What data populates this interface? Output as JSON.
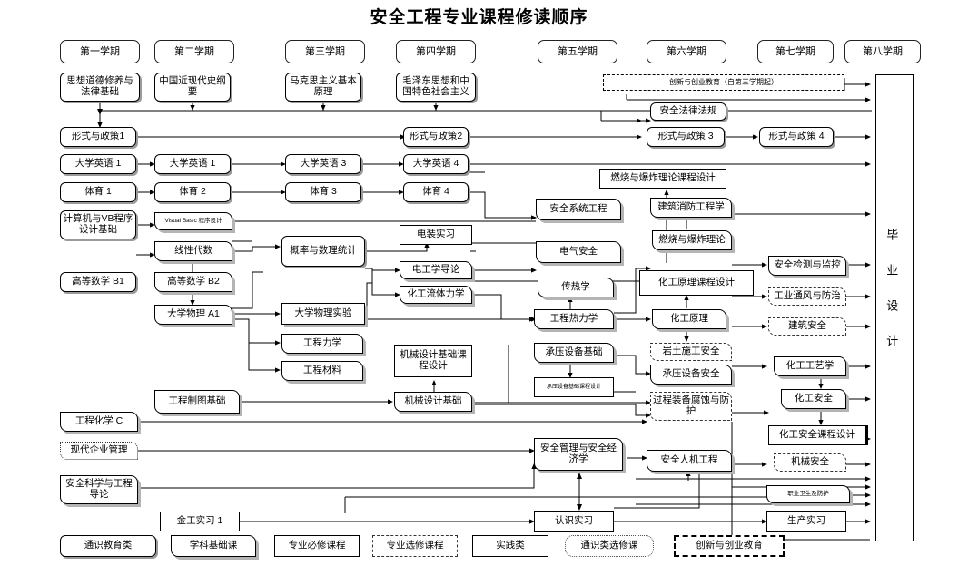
{
  "title": "安全工程专业课程修读顺序",
  "graduation": {
    "label": "毕业设计"
  },
  "semesters": [
    {
      "label": "第一学期"
    },
    {
      "label": "第二学期"
    },
    {
      "label": "第三学期"
    },
    {
      "label": "第四学期"
    },
    {
      "label": "第五学期"
    },
    {
      "label": "第六学期"
    },
    {
      "label": "第七学期"
    },
    {
      "label": "第八学期"
    }
  ],
  "courses": [
    {
      "id": "c0",
      "label": "思想道德修养与法律基础"
    },
    {
      "id": "c1",
      "label": "中国近现代史纲要"
    },
    {
      "id": "c2",
      "label": "马克思主义基本原理"
    },
    {
      "id": "c3",
      "label": "毛泽东思想和中国特色社会主义"
    },
    {
      "id": "c4",
      "label": "创新与创业教育（自第三学期起）"
    },
    {
      "id": "c5",
      "label": "安全法律法规"
    },
    {
      "id": "c6",
      "label": "形式与政策1"
    },
    {
      "id": "c7",
      "label": "形式与政策2"
    },
    {
      "id": "c8",
      "label": "形式与政策 3"
    },
    {
      "id": "c9",
      "label": "形式与政策 4"
    },
    {
      "id": "c10",
      "label": "大学英语 1"
    },
    {
      "id": "c11",
      "label": "大学英语 1"
    },
    {
      "id": "c12",
      "label": "大学英语 3"
    },
    {
      "id": "c13",
      "label": "大学英语 4"
    },
    {
      "id": "c14",
      "label": "体育 1"
    },
    {
      "id": "c15",
      "label": "体育 2"
    },
    {
      "id": "c16",
      "label": "体育 3"
    },
    {
      "id": "c17",
      "label": "体育 4"
    },
    {
      "id": "c18",
      "label": "计算机与VB程序设计基础"
    },
    {
      "id": "c19",
      "label": "Visual Basic 程序设计"
    },
    {
      "id": "c20",
      "label": "线性代数"
    },
    {
      "id": "c21",
      "label": "高等数学 B1"
    },
    {
      "id": "c22",
      "label": "高等数学 B2"
    },
    {
      "id": "c23",
      "label": "大学物理 A1"
    },
    {
      "id": "c24",
      "label": "概率与数理统计"
    },
    {
      "id": "c25",
      "label": "大学物理实验"
    },
    {
      "id": "c26",
      "label": "电装实习"
    },
    {
      "id": "c27",
      "label": "电工学导论"
    },
    {
      "id": "c28",
      "label": "化工流体力学"
    },
    {
      "id": "c29",
      "label": "工程力学"
    },
    {
      "id": "c30",
      "label": "工程材料"
    },
    {
      "id": "c31",
      "label": "工程制图基础"
    },
    {
      "id": "c32",
      "label": "机械设计基础课程设计"
    },
    {
      "id": "c33",
      "label": "机械设计基础"
    },
    {
      "id": "c34",
      "label": "工程化学 C"
    },
    {
      "id": "c35",
      "label": "现代企业管理"
    },
    {
      "id": "c36",
      "label": "安全科学与工程导论"
    },
    {
      "id": "c37",
      "label": "金工实习 1"
    },
    {
      "id": "c38",
      "label": "安全系统工程"
    },
    {
      "id": "c39",
      "label": "电气安全"
    },
    {
      "id": "c40",
      "label": "传热学"
    },
    {
      "id": "c41",
      "label": "工程热力学"
    },
    {
      "id": "c42",
      "label": "承压设备基础"
    },
    {
      "id": "c43",
      "label": "承压设备基础课程设计"
    },
    {
      "id": "c44",
      "label": "安全管理与安全经济学"
    },
    {
      "id": "c45",
      "label": "认识实习"
    },
    {
      "id": "c46",
      "label": "燃烧与爆炸理论课程设计"
    },
    {
      "id": "c47",
      "label": "建筑消防工程学"
    },
    {
      "id": "c48",
      "label": "燃烧与爆炸理论"
    },
    {
      "id": "c49",
      "label": "化工原理课程设计"
    },
    {
      "id": "c50",
      "label": "化工原理"
    },
    {
      "id": "c51",
      "label": "岩土施工安全"
    },
    {
      "id": "c52",
      "label": "承压设备安全"
    },
    {
      "id": "c53",
      "label": "过程装备腐蚀与防护"
    },
    {
      "id": "c54",
      "label": "安全人机工程"
    },
    {
      "id": "c55",
      "label": "安全检测与监控"
    },
    {
      "id": "c56",
      "label": "工业通风与防治"
    },
    {
      "id": "c57",
      "label": "建筑安全"
    },
    {
      "id": "c58",
      "label": "化工工艺学"
    },
    {
      "id": "c59",
      "label": "化工安全"
    },
    {
      "id": "c60",
      "label": "化工安全课程设计"
    },
    {
      "id": "c61",
      "label": "机械安全"
    },
    {
      "id": "c62",
      "label": "职业卫生及防护"
    },
    {
      "id": "c63",
      "label": "生产实习"
    }
  ],
  "legend": [
    {
      "id": "l0",
      "label": "通识教育类",
      "style": "round"
    },
    {
      "id": "l1",
      "label": "学科基础课",
      "style": "shadow-rd"
    },
    {
      "id": "l2",
      "label": "专业必修课程",
      "style": "rect"
    },
    {
      "id": "l3",
      "label": "专业选修课程",
      "style": "dashed"
    },
    {
      "id": "l4",
      "label": "实践类",
      "style": "rect"
    },
    {
      "id": "l5",
      "label": "通识类选修课",
      "style": "dotted-rd"
    },
    {
      "id": "l6",
      "label": "创新与创业教育",
      "style": "dashbold"
    }
  ],
  "colors": {
    "line": "#000000",
    "box_border": "#000000",
    "shadow": "#b4b4b4",
    "bg": "#ffffff"
  }
}
